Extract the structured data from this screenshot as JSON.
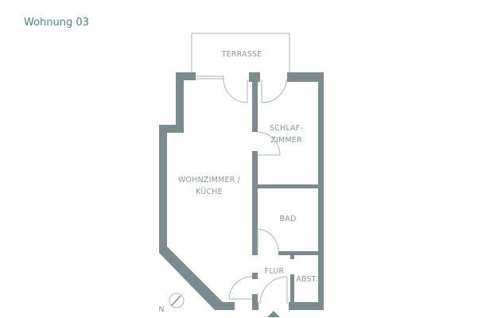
{
  "title": "Wohnung 03",
  "rooms": {
    "terrasse": "TERRASSE",
    "schlaf_1": "SCHLAF-",
    "schlaf_2": "ZIMMER",
    "wohn_1": "WOHNZIMMER /",
    "wohn_2": "KÜCHE",
    "bad": "BAD",
    "flur": "FLUR",
    "abst": "ABST."
  },
  "compass": {
    "label": "N"
  },
  "colors": {
    "wall": "#7c8c8e",
    "line": "#a9b3b5",
    "title": "#4f8088",
    "label": "#8a9699"
  }
}
